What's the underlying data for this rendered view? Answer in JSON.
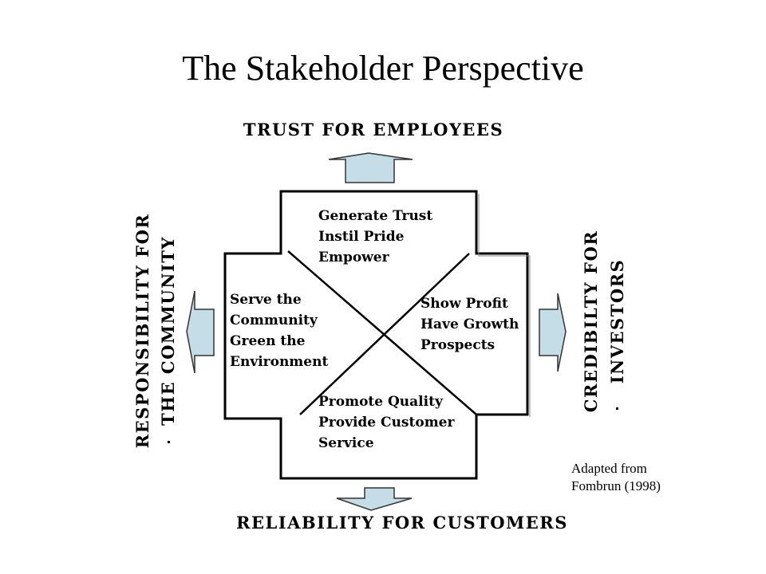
{
  "title": "The Stakeholder Perspective",
  "outcomes": {
    "top": "TRUST FOR EMPLOYEES",
    "bottom": "RELIABILITY FOR CUSTOMERS",
    "left_line1": "RESPONSIBILITY FOR",
    "left_line2": "THE COMMUNITY",
    "right_line1": "CREDIBILTY FOR",
    "right_line2": "INVESTORS"
  },
  "quadrants": {
    "top": [
      "Generate Trust",
      "Instil Pride",
      "Empower"
    ],
    "left": [
      "Serve the",
      "Community",
      "Green the",
      "Environment"
    ],
    "right": [
      "Show Profit",
      "Have Growth",
      "Prospects"
    ],
    "bottom": [
      "Promote Quality",
      "Provide Customer",
      "Service"
    ]
  },
  "source_note": [
    "Adapted from",
    "Fombrun (1998)"
  ],
  "colors": {
    "arrow_fill": "#c5dde6",
    "line": "#000000"
  }
}
